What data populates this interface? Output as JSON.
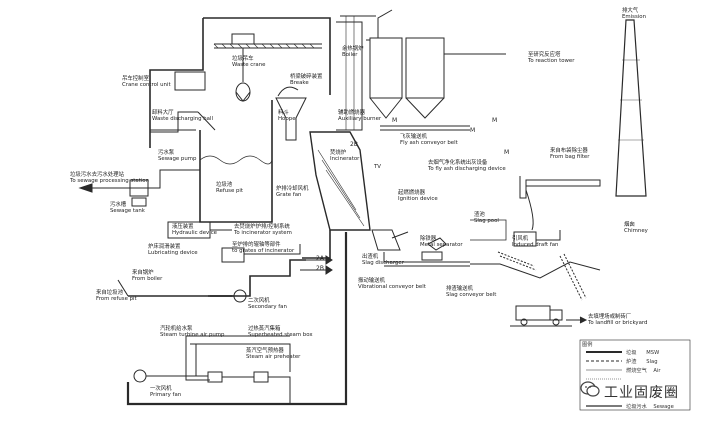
{
  "labels": {
    "emission": {
      "zh": "排大气",
      "en": "Emission"
    },
    "crane": {
      "zh": "垃圾吊车",
      "en": "Waste crane"
    },
    "breaker": {
      "zh": "桥梁破碎装置",
      "en": "Breake"
    },
    "boiler": {
      "zh": "余热锅炉",
      "en": "Boiler"
    },
    "reaction_tower": {
      "zh": "至研究反应塔",
      "en": "To reaction tower"
    },
    "crane_control": {
      "zh": "吊车控制室",
      "en": "Crane control unit"
    },
    "discharging_hall": {
      "zh": "卸料大厅",
      "en": "Waste discharging hall"
    },
    "hopper": {
      "zh": "料斗",
      "en": "Hoppe"
    },
    "aux_burner": {
      "zh": "辅助燃烧器",
      "en": "Auxiliary burner"
    },
    "fly_ash": {
      "zh": "飞灰输送机",
      "en": "Fly ash conveyor belt"
    },
    "fly_ash_device": {
      "zh": "去烟气净化系统出灰设备",
      "en": "To fly ash discharging device"
    },
    "bag_filter": {
      "zh": "来自布袋除尘器",
      "en": "From bag filter"
    },
    "sewage_pump": {
      "zh": "污水泵",
      "en": "Sewage pump"
    },
    "sewage_station": {
      "zh": "垃圾污水去污水处理站",
      "en": "To sewage processing station"
    },
    "refuse_pit": {
      "zh": "垃圾池",
      "en": "Refuse pit"
    },
    "incinerator": {
      "zh": "焚烧炉",
      "en": "Incinerator"
    },
    "tv": {
      "zh": "",
      "en": "TV"
    },
    "ignition": {
      "zh": "起燃燃烧器",
      "en": "Ignition device"
    },
    "grate_fan": {
      "zh": "炉排冷却风机",
      "en": "Grate fan"
    },
    "sewage_tank": {
      "zh": "污水槽",
      "en": "Sewage tank"
    },
    "hydraulic": {
      "zh": "液压装置",
      "en": "Hydraulic device"
    },
    "to_incinerator": {
      "zh": "去焚烧炉炉排/控制系统",
      "en": "To incinerator system"
    },
    "slag_pool": {
      "zh": "渣池",
      "en": "Slag pool"
    },
    "lubricating": {
      "zh": "炉床润滑装置",
      "en": "Lubricating device"
    },
    "grates": {
      "zh": "至炉排的辊轴等部件",
      "en": "to grates of incinerator"
    },
    "metal_sep": {
      "zh": "除铁器",
      "en": "Metal separator"
    },
    "induced_fan": {
      "zh": "引风机",
      "en": "Induced draft fan"
    },
    "chimney": {
      "zh": "烟囱",
      "en": "Chimney"
    },
    "slag_discharger": {
      "zh": "出渣机",
      "en": "Slag discharger"
    },
    "from_boiler": {
      "zh": "来自锅炉",
      "en": "From boiler"
    },
    "secondary_fan": {
      "zh": "二次风机",
      "en": "Secondary fan"
    },
    "vib_conveyor": {
      "zh": "振动输送机",
      "en": "Vibrational conveyor belt"
    },
    "from_refuse": {
      "zh": "来自垃圾池",
      "en": "From refuse pit"
    },
    "slag_conveyor": {
      "zh": "排渣输送机",
      "en": "Slag conveyor belt"
    },
    "landfill": {
      "zh": "去填埋场或制砖厂",
      "en": "To landfill or brickyard"
    },
    "turbine_pump": {
      "zh": "汽轮机给水泵",
      "en": "Steam turbine air pump"
    },
    "steam_box": {
      "zh": "过热蒸汽集箱",
      "en": "Superheated steam box"
    },
    "air_preheater": {
      "zh": "蒸汽空气预热器",
      "en": "Steam air preheater"
    },
    "primary_fan": {
      "zh": "一次风机",
      "en": "Primary fan"
    }
  },
  "markers": {
    "m1": "M",
    "m2": "M",
    "m3": "M",
    "m4": "M",
    "r2a": "2A",
    "r2b": "2B",
    "r2b_upper": "2B"
  },
  "legend": {
    "title": "图例",
    "rows": [
      {
        "zh": "垃圾",
        "en": "MSW"
      },
      {
        "zh": "炉渣",
        "en": "Slag"
      },
      {
        "zh": "燃烧空气",
        "en": "Air"
      },
      {
        "zh": "",
        "en": ""
      },
      {
        "zh": "垃圾污水",
        "en": "Sewage"
      }
    ]
  },
  "watermark": "工业固废圈"
}
